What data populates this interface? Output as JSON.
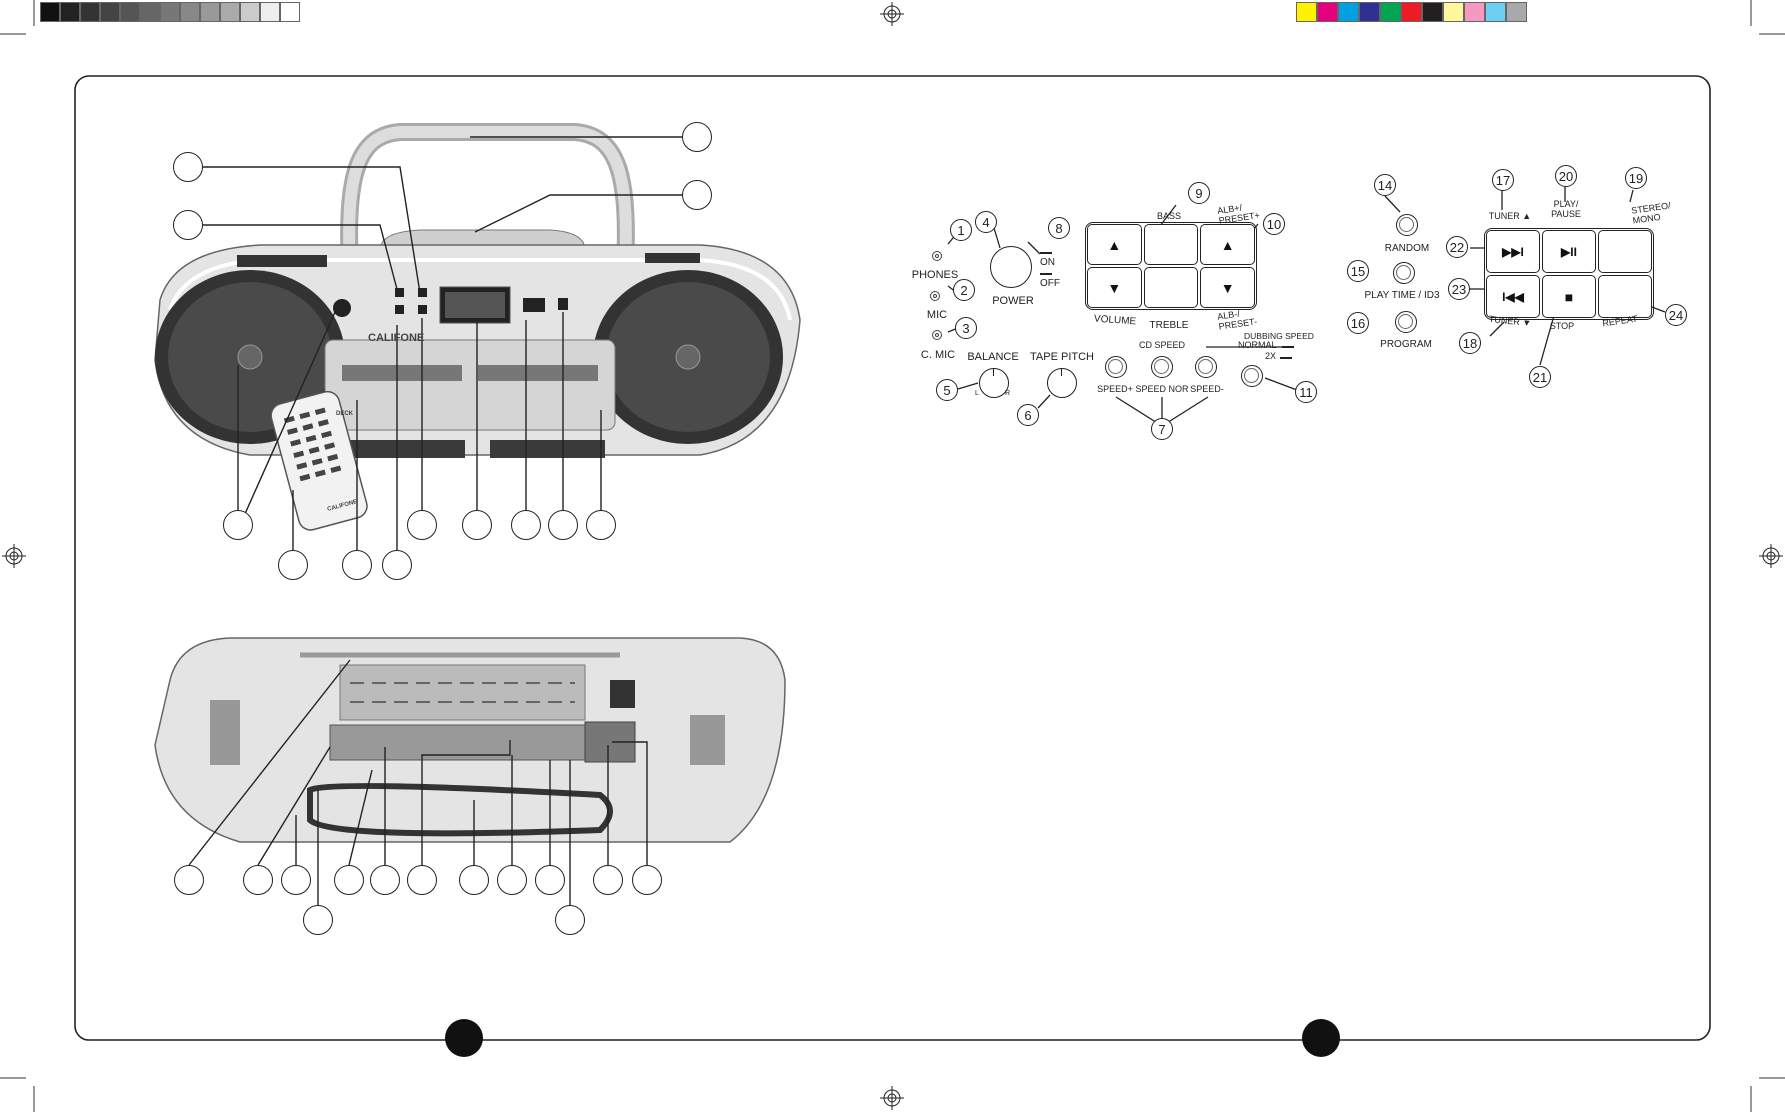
{
  "colors": {
    "gray_bar": [
      "#111111",
      "#222222",
      "#333333",
      "#444444",
      "#555555",
      "#666666",
      "#777777",
      "#888888",
      "#999999",
      "#aaaaaa",
      "#cccccc",
      "#eeeeee",
      "#ffffff"
    ],
    "color_bar": [
      "#fff200",
      "#e5007e",
      "#00a0e3",
      "#2e3192",
      "#00a651",
      "#ed1c24",
      "#231f20",
      "#fff799",
      "#f49ac1",
      "#6dcff6",
      "#a7a9ac"
    ]
  },
  "top_view": {
    "brand": "CALIFONE",
    "deck_label": "DECK",
    "remote_brand": "CALIFONE"
  },
  "panel_left": {
    "jacks": [
      {
        "num": "1",
        "label": "PHONES"
      },
      {
        "num": "2",
        "label": "MIC"
      },
      {
        "num": "3",
        "label": "C. MIC"
      }
    ],
    "power": {
      "num": "4",
      "label": "POWER",
      "on": "ON",
      "off": "OFF"
    },
    "balance": {
      "num": "5",
      "label": "BALANCE",
      "l": "L",
      "r": "R"
    },
    "tape_pitch": {
      "num": "6",
      "label": "TAPE PITCH"
    },
    "cd_speed": {
      "num": "7",
      "label": "CD SPEED",
      "buttons": [
        "SPEED+",
        "SPEED NOR",
        "SPEED-"
      ]
    },
    "keypad": {
      "num_left": "8",
      "num_top": "9",
      "num_right": "10",
      "bass": "BASS",
      "alb_plus": "ALB+/\nPRESET+",
      "volume": "VOLUME",
      "treble": "TREBLE",
      "alb_minus": "ALB-/\nPRESET-",
      "up": "▲",
      "down": "▼"
    },
    "dubbing": {
      "num": "11",
      "label": "DUBBING SPEED",
      "normal": "NORMAL",
      "x2": "2X"
    }
  },
  "panel_right": {
    "random": {
      "num": "14",
      "label": "RANDOM"
    },
    "play_time": {
      "num": "15",
      "label": "PLAY TIME / ID3"
    },
    "program": {
      "num": "16",
      "label": "PROGRAM"
    },
    "tuner_up": {
      "num": "17",
      "label": "TUNER ▲"
    },
    "tuner_down": {
      "num": "18",
      "label": "TUNER ▼"
    },
    "stereo_mono": {
      "num": "19",
      "label": "STEREO/\nMONO"
    },
    "play_pause": {
      "num": "20",
      "label": "PLAY/\nPAUSE",
      "glyph": "▶II"
    },
    "stop": {
      "num": "21",
      "label": "STOP",
      "glyph": "■"
    },
    "next": {
      "num": "22",
      "glyph": "▶▶I"
    },
    "prev": {
      "num": "23",
      "glyph": "I◀◀"
    },
    "repeat": {
      "num": "24",
      "label": "REPEAT"
    }
  }
}
